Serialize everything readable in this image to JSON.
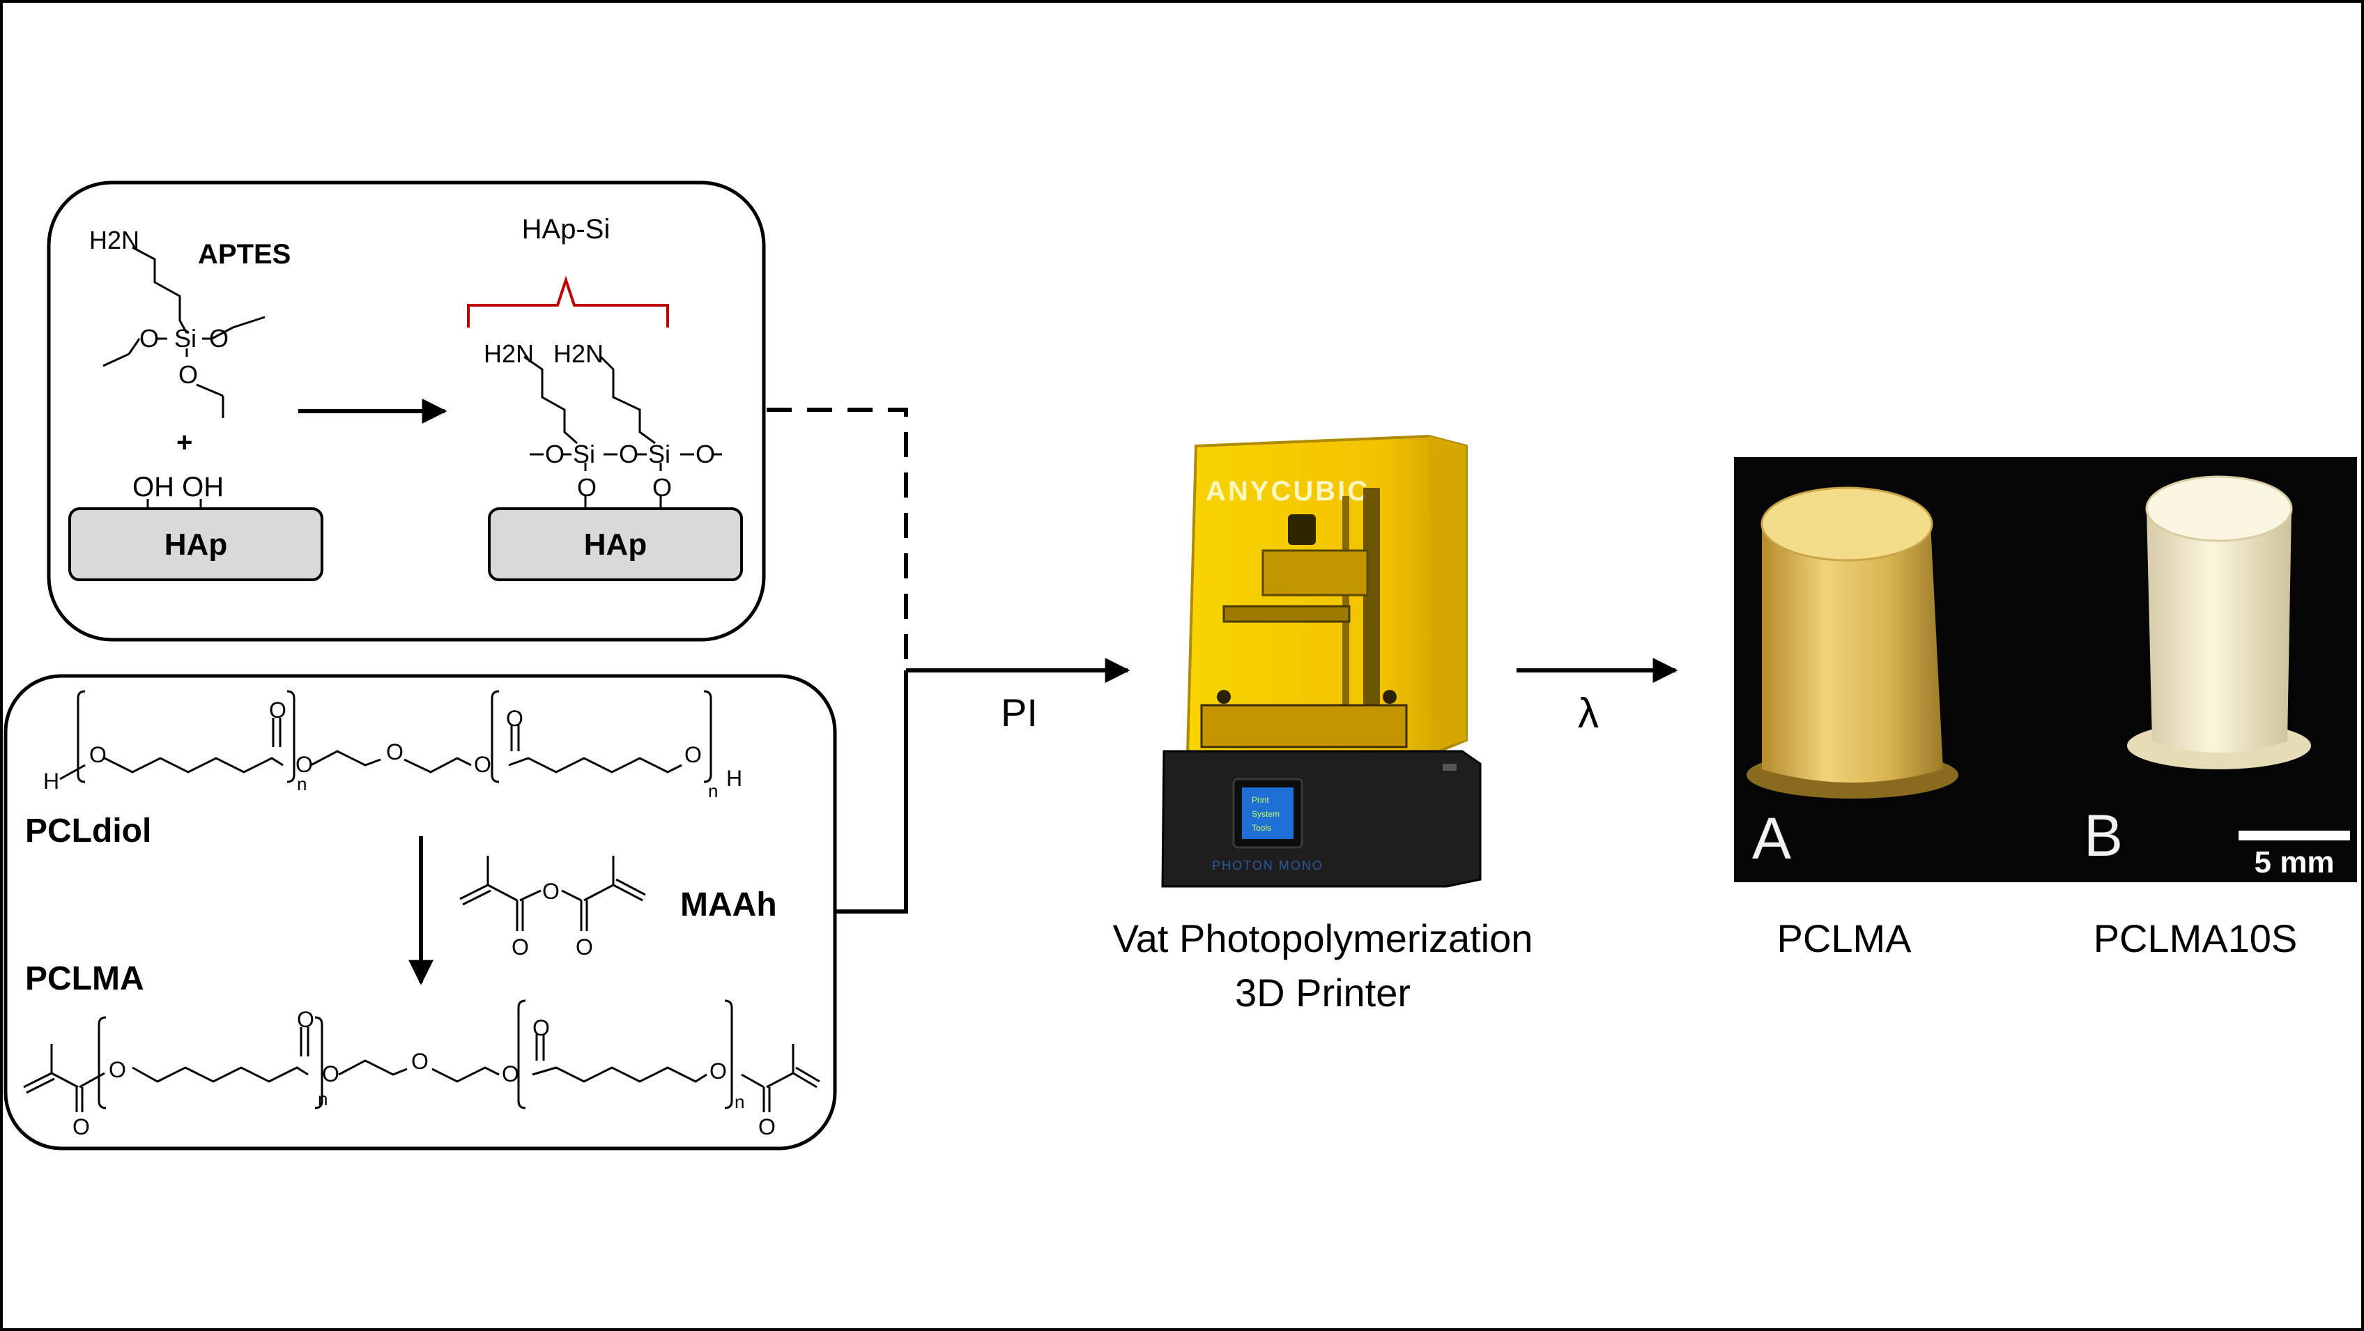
{
  "silanization": {
    "reagent_label": "APTES",
    "product_label": "HAp-Si",
    "substrate_label_left": "HAp",
    "substrate_label_right": "HAp",
    "plus": "+",
    "nh2": "H2N",
    "oh_pair": "OH OH",
    "si": "Si",
    "o": "O"
  },
  "polymer": {
    "pcldiol_label": "PCLdiol",
    "pclma_label": "PCLMA",
    "maah_label": "MAAh",
    "h_end": "H",
    "n_sub": "n"
  },
  "process": {
    "initiator_label": "PI",
    "light_label": "λ",
    "printer_caption_line1": "Vat Photopolymerization",
    "printer_caption_line2": "3D Printer",
    "printer_brand": "ANYCUBIC",
    "printer_model": "PHOTON MONO",
    "printer_menu": [
      "Print",
      "System",
      "Tools"
    ]
  },
  "samples": {
    "label_a": "A",
    "label_b": "B",
    "scale_bar_label": "5 mm",
    "caption_a": "PCLMA",
    "caption_b": "PCLMA10S"
  },
  "colors": {
    "bracket_red": "#c00000",
    "printer_yellow": "#f2c200",
    "photo_background": "#050505",
    "sample_a": "#e3c15c",
    "sample_b": "#f3ebc7"
  }
}
